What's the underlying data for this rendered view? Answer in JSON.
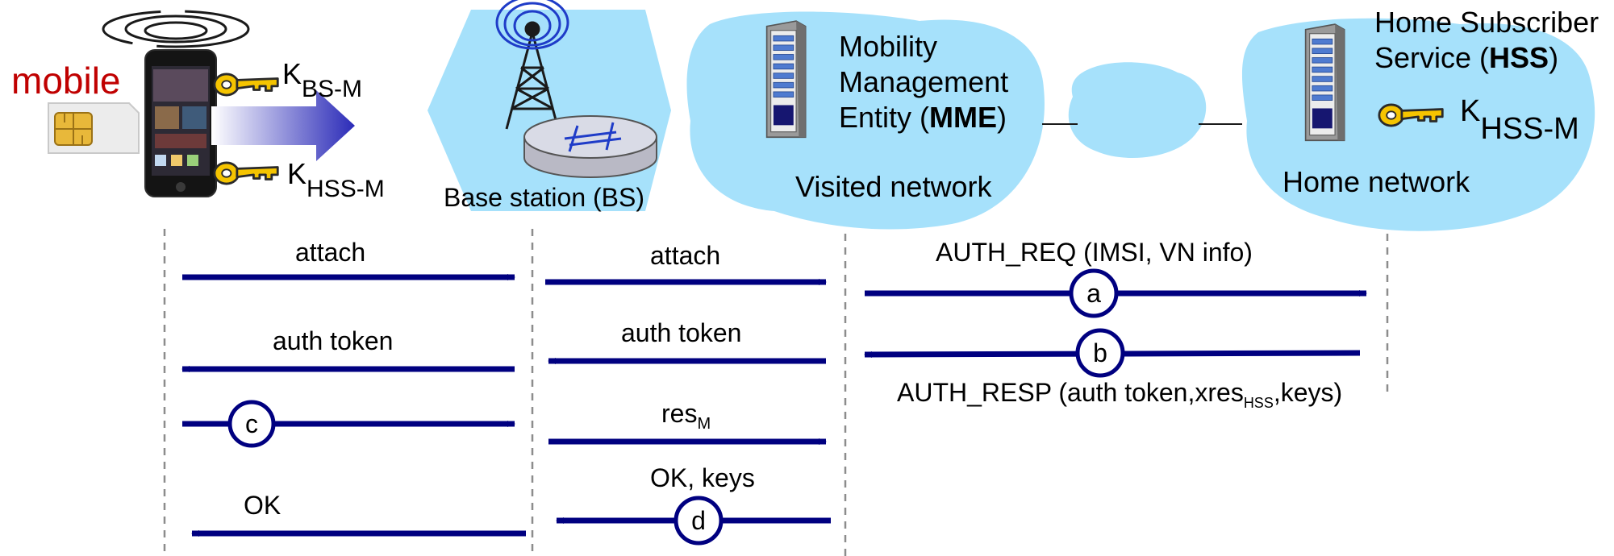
{
  "entities": {
    "mobile": {
      "label": "mobile",
      "key1_main": "K",
      "key1_sub": "BS-M",
      "key2_main": "K",
      "key2_sub": "HSS-M"
    },
    "base_station": {
      "label": "Base station (BS)"
    },
    "mme": {
      "line1": "Mobility",
      "line2": "Management",
      "line3_prefix": "Entity (",
      "line3_bold": "MME",
      "line3_suffix": ")",
      "network_label": "Visited network"
    },
    "hss": {
      "line1": "Home Subscriber",
      "line2_prefix": "Service (",
      "line2_bold": "HSS",
      "line2_suffix": ")",
      "key_main": "K",
      "key_sub": "HSS-M",
      "network_label": "Home network"
    }
  },
  "messages": {
    "m1_attach": "attach",
    "m2_auth_token": "auth token",
    "m3_marker": "c",
    "m4_ok": "OK",
    "b1_attach": "attach",
    "b2_auth_token": "auth token",
    "b3_res_main": "res",
    "b3_res_sub": "M",
    "b4_ok_keys": "OK, keys",
    "b4_marker": "d",
    "h1_label": "AUTH_REQ (IMSI, VN info)",
    "h1_marker": "a",
    "h2_marker": "b",
    "h2_label_prefix": "AUTH_RESP (auth token,xres",
    "h2_label_sub": "HSS",
    "h2_label_suffix": ",keys)"
  },
  "colors": {
    "arrow": "#000080",
    "cloud": "#a6e1fb",
    "mobile_label": "#c00000",
    "key": "#f5c400",
    "lifeline": "#8c8c8c"
  }
}
